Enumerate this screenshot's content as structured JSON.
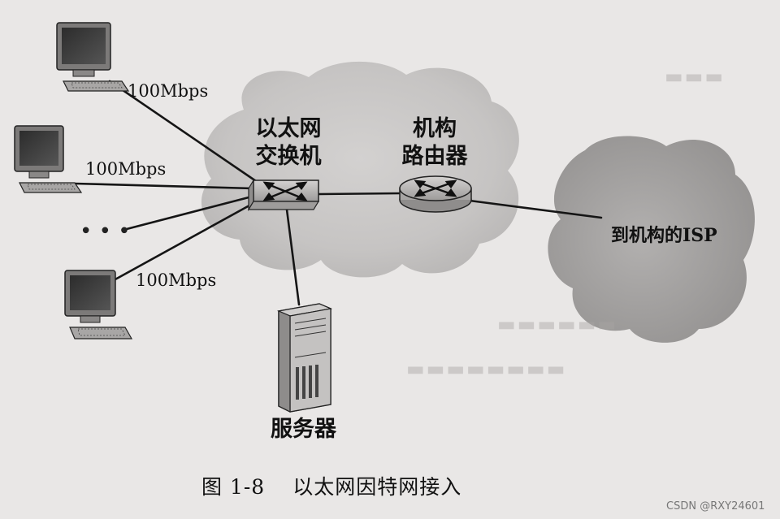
{
  "labels": {
    "speed_1": "100Mbps",
    "speed_2": "100Mbps",
    "speed_3": "100Mbps",
    "ellipsis": "• • •",
    "switch_line1": "以太网",
    "switch_line2": "交换机",
    "router_line1": "机构",
    "router_line2": "路由器",
    "isp": "到机构的ISP",
    "server": "服务器"
  },
  "caption": {
    "number": "图 1-8",
    "title": "以太网因特网接入"
  },
  "watermark": "CSDN @RXY24601",
  "colors": {
    "cloud": "#c9c7c6",
    "isp_cloud": "#a9a7a6",
    "line": "#151515",
    "device": "#b8b6b5"
  },
  "icons": [
    "desktop-computer-icon",
    "ethernet-switch-icon",
    "router-icon",
    "server-tower-icon"
  ]
}
